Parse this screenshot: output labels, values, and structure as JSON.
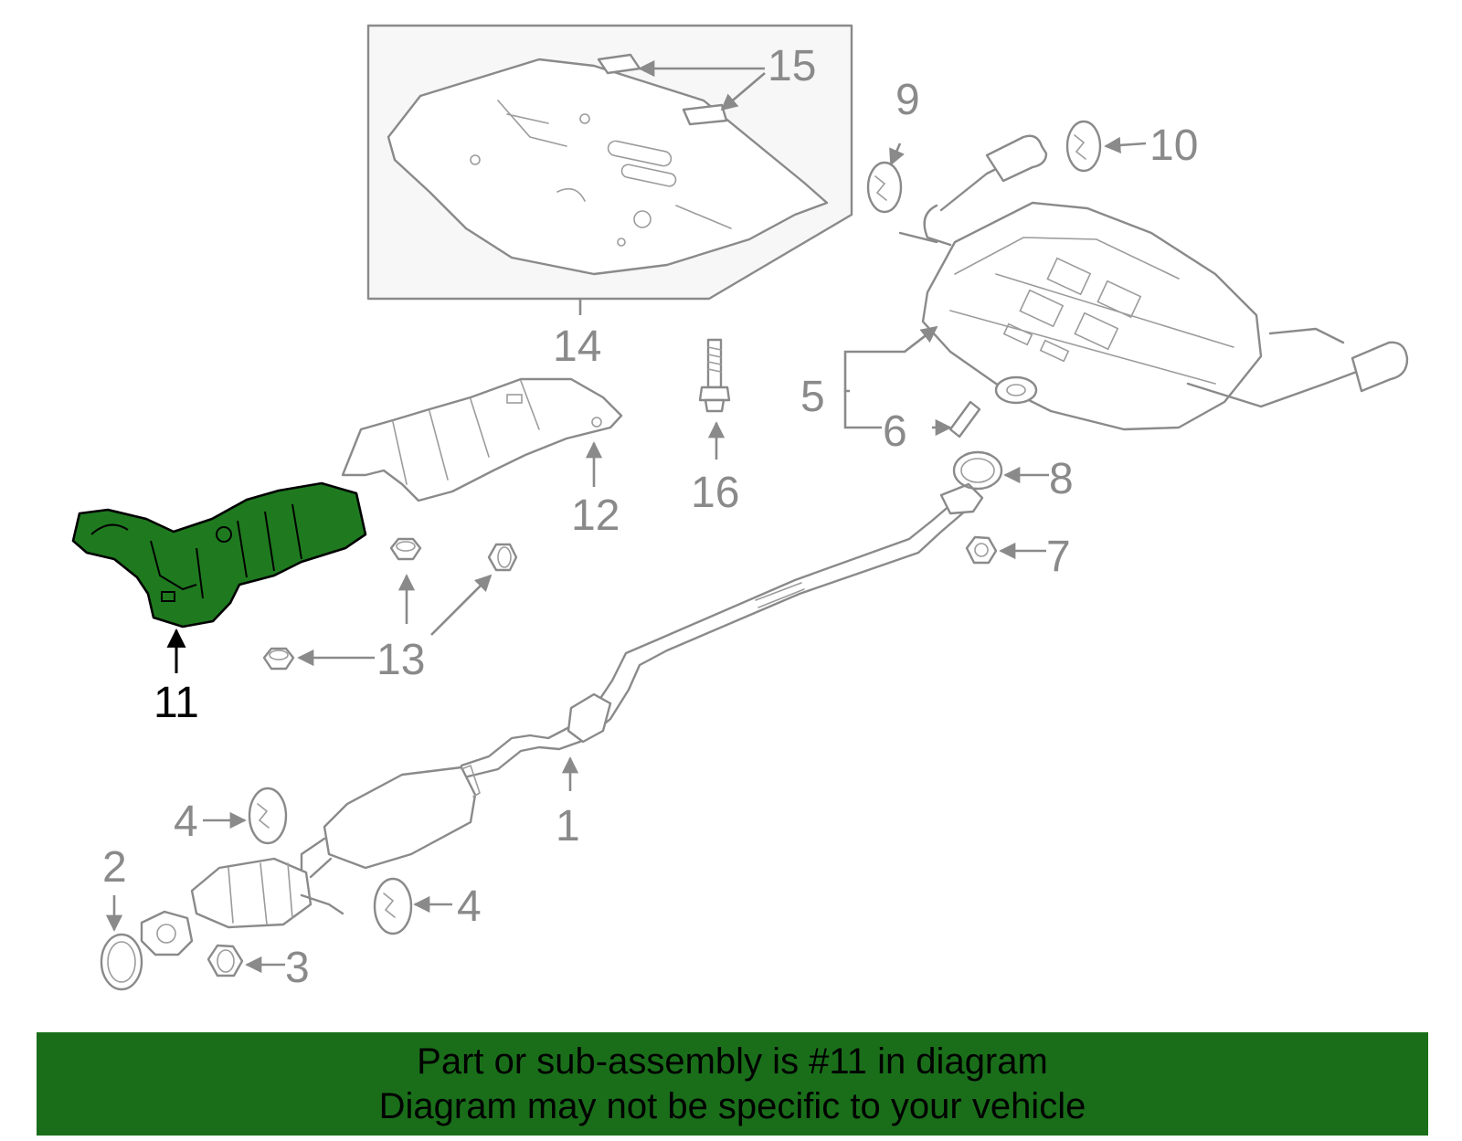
{
  "diagram": {
    "highlighted_part": "11",
    "highlight_color": "#1f7a1f",
    "line_color": "#8a8a8a",
    "callouts": {
      "c1": "1",
      "c2": "2",
      "c3": "3",
      "c4a": "4",
      "c4b": "4",
      "c5": "5",
      "c6": "6",
      "c7": "7",
      "c8": "8",
      "c9": "9",
      "c10": "10",
      "c11": "11",
      "c12": "12",
      "c13": "13",
      "c14": "14",
      "c15": "15",
      "c16": "16"
    }
  },
  "banner": {
    "line1": "Part or sub-assembly is #11 in diagram",
    "line2": "Diagram may not be specific to your vehicle",
    "color": "#1a6e1a"
  }
}
